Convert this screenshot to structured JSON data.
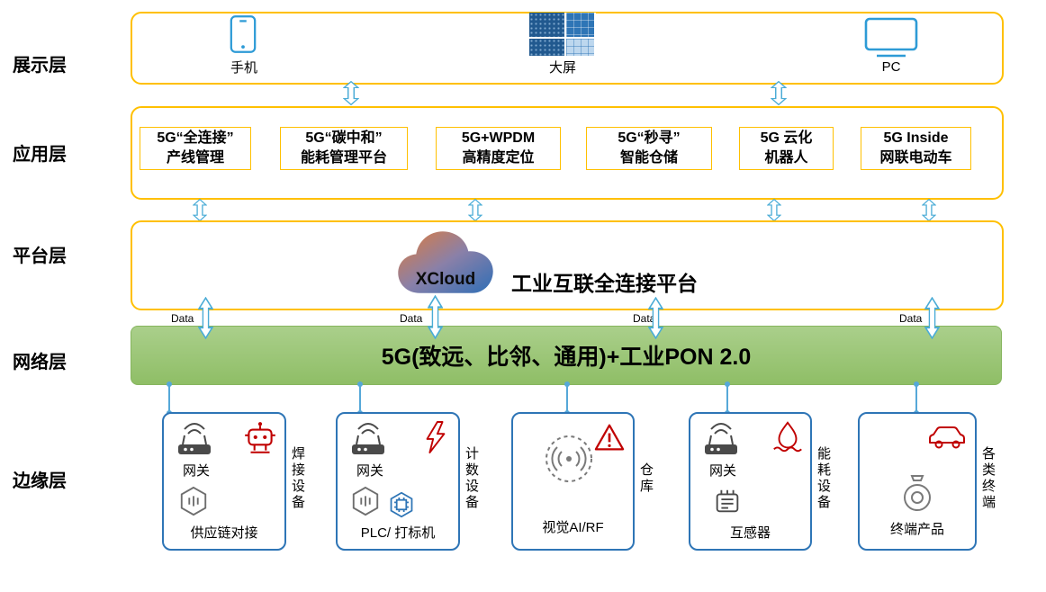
{
  "layers": [
    {
      "label": "展示层"
    },
    {
      "label": "应用层"
    },
    {
      "label": "平台层"
    },
    {
      "label": "网络层"
    },
    {
      "label": "边缘层"
    }
  ],
  "presentation": {
    "items": [
      {
        "label": "手机",
        "icon": "phone-icon"
      },
      {
        "label": "大屏",
        "icon": "big-screen-icon"
      },
      {
        "label": "PC",
        "icon": "pc-monitor-icon"
      }
    ]
  },
  "application": {
    "boxes": [
      {
        "line1": "5G“全连接”",
        "line2": "产线管理"
      },
      {
        "line1": "5G“碳中和”",
        "line2": "能耗管理平台"
      },
      {
        "line1": "5G+WPDM",
        "line2": "高精度定位"
      },
      {
        "line1": "5G“秒寻”",
        "line2": "智能仓储"
      },
      {
        "line1": "5G 云化",
        "line2": "机器人"
      },
      {
        "line1": "5G Inside",
        "line2": "网联电动车"
      }
    ]
  },
  "platform": {
    "cloud_label": "XCloud",
    "title": "工业互联全连接平台"
  },
  "network": {
    "title": "5G(致远、比邻、通用)+工业PON 2.0",
    "data_label": "Data"
  },
  "edge": {
    "boxes": [
      {
        "gateway_label": "网关",
        "bottom_label": "供应链对接",
        "side_label": "焊接设备"
      },
      {
        "gateway_label": "网关",
        "bottom_label": "PLC/ 打标机",
        "side_label": "计数设备"
      },
      {
        "bottom_label": "视觉AI/RF",
        "side_label": "仓库"
      },
      {
        "gateway_label": "网关",
        "bottom_label": "互感器",
        "side_label": "能耗设备"
      },
      {
        "bottom_label": "终端产品",
        "side_label": "各类终端"
      }
    ]
  },
  "colors": {
    "accent_yellow": "#FFC000",
    "network_green": "#9CC87B",
    "arrow_blue": "#4BACD6",
    "edge_blue": "#2E75B6",
    "icon_red": "#C00000"
  }
}
